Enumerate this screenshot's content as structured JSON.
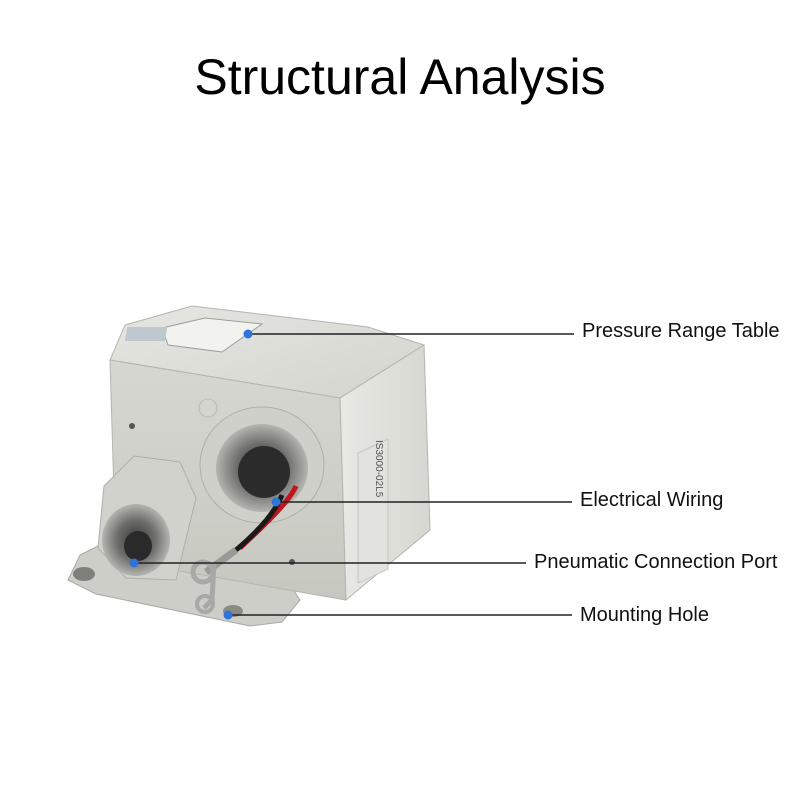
{
  "title": "Structural Analysis",
  "device_text": {
    "model_label": "IS3000-02L5"
  },
  "callouts": [
    {
      "id": "pressure-range-table",
      "label": "Pressure Range Table"
    },
    {
      "id": "electrical-wiring",
      "label": "Electrical Wiring"
    },
    {
      "id": "pneumatic-connection-port",
      "label": "Pneumatic Connection Port"
    },
    {
      "id": "mounting-hole",
      "label": "Mounting Hole"
    }
  ],
  "colors": {
    "housing": "#d9dad4",
    "housing_shadow": "#b9bbb3",
    "marker_dot": "#2f74d8",
    "leader_line": "#222222",
    "wire_red": "#c0151b",
    "wire_black": "#1a1a1a",
    "metal": "#a8a8a6"
  }
}
